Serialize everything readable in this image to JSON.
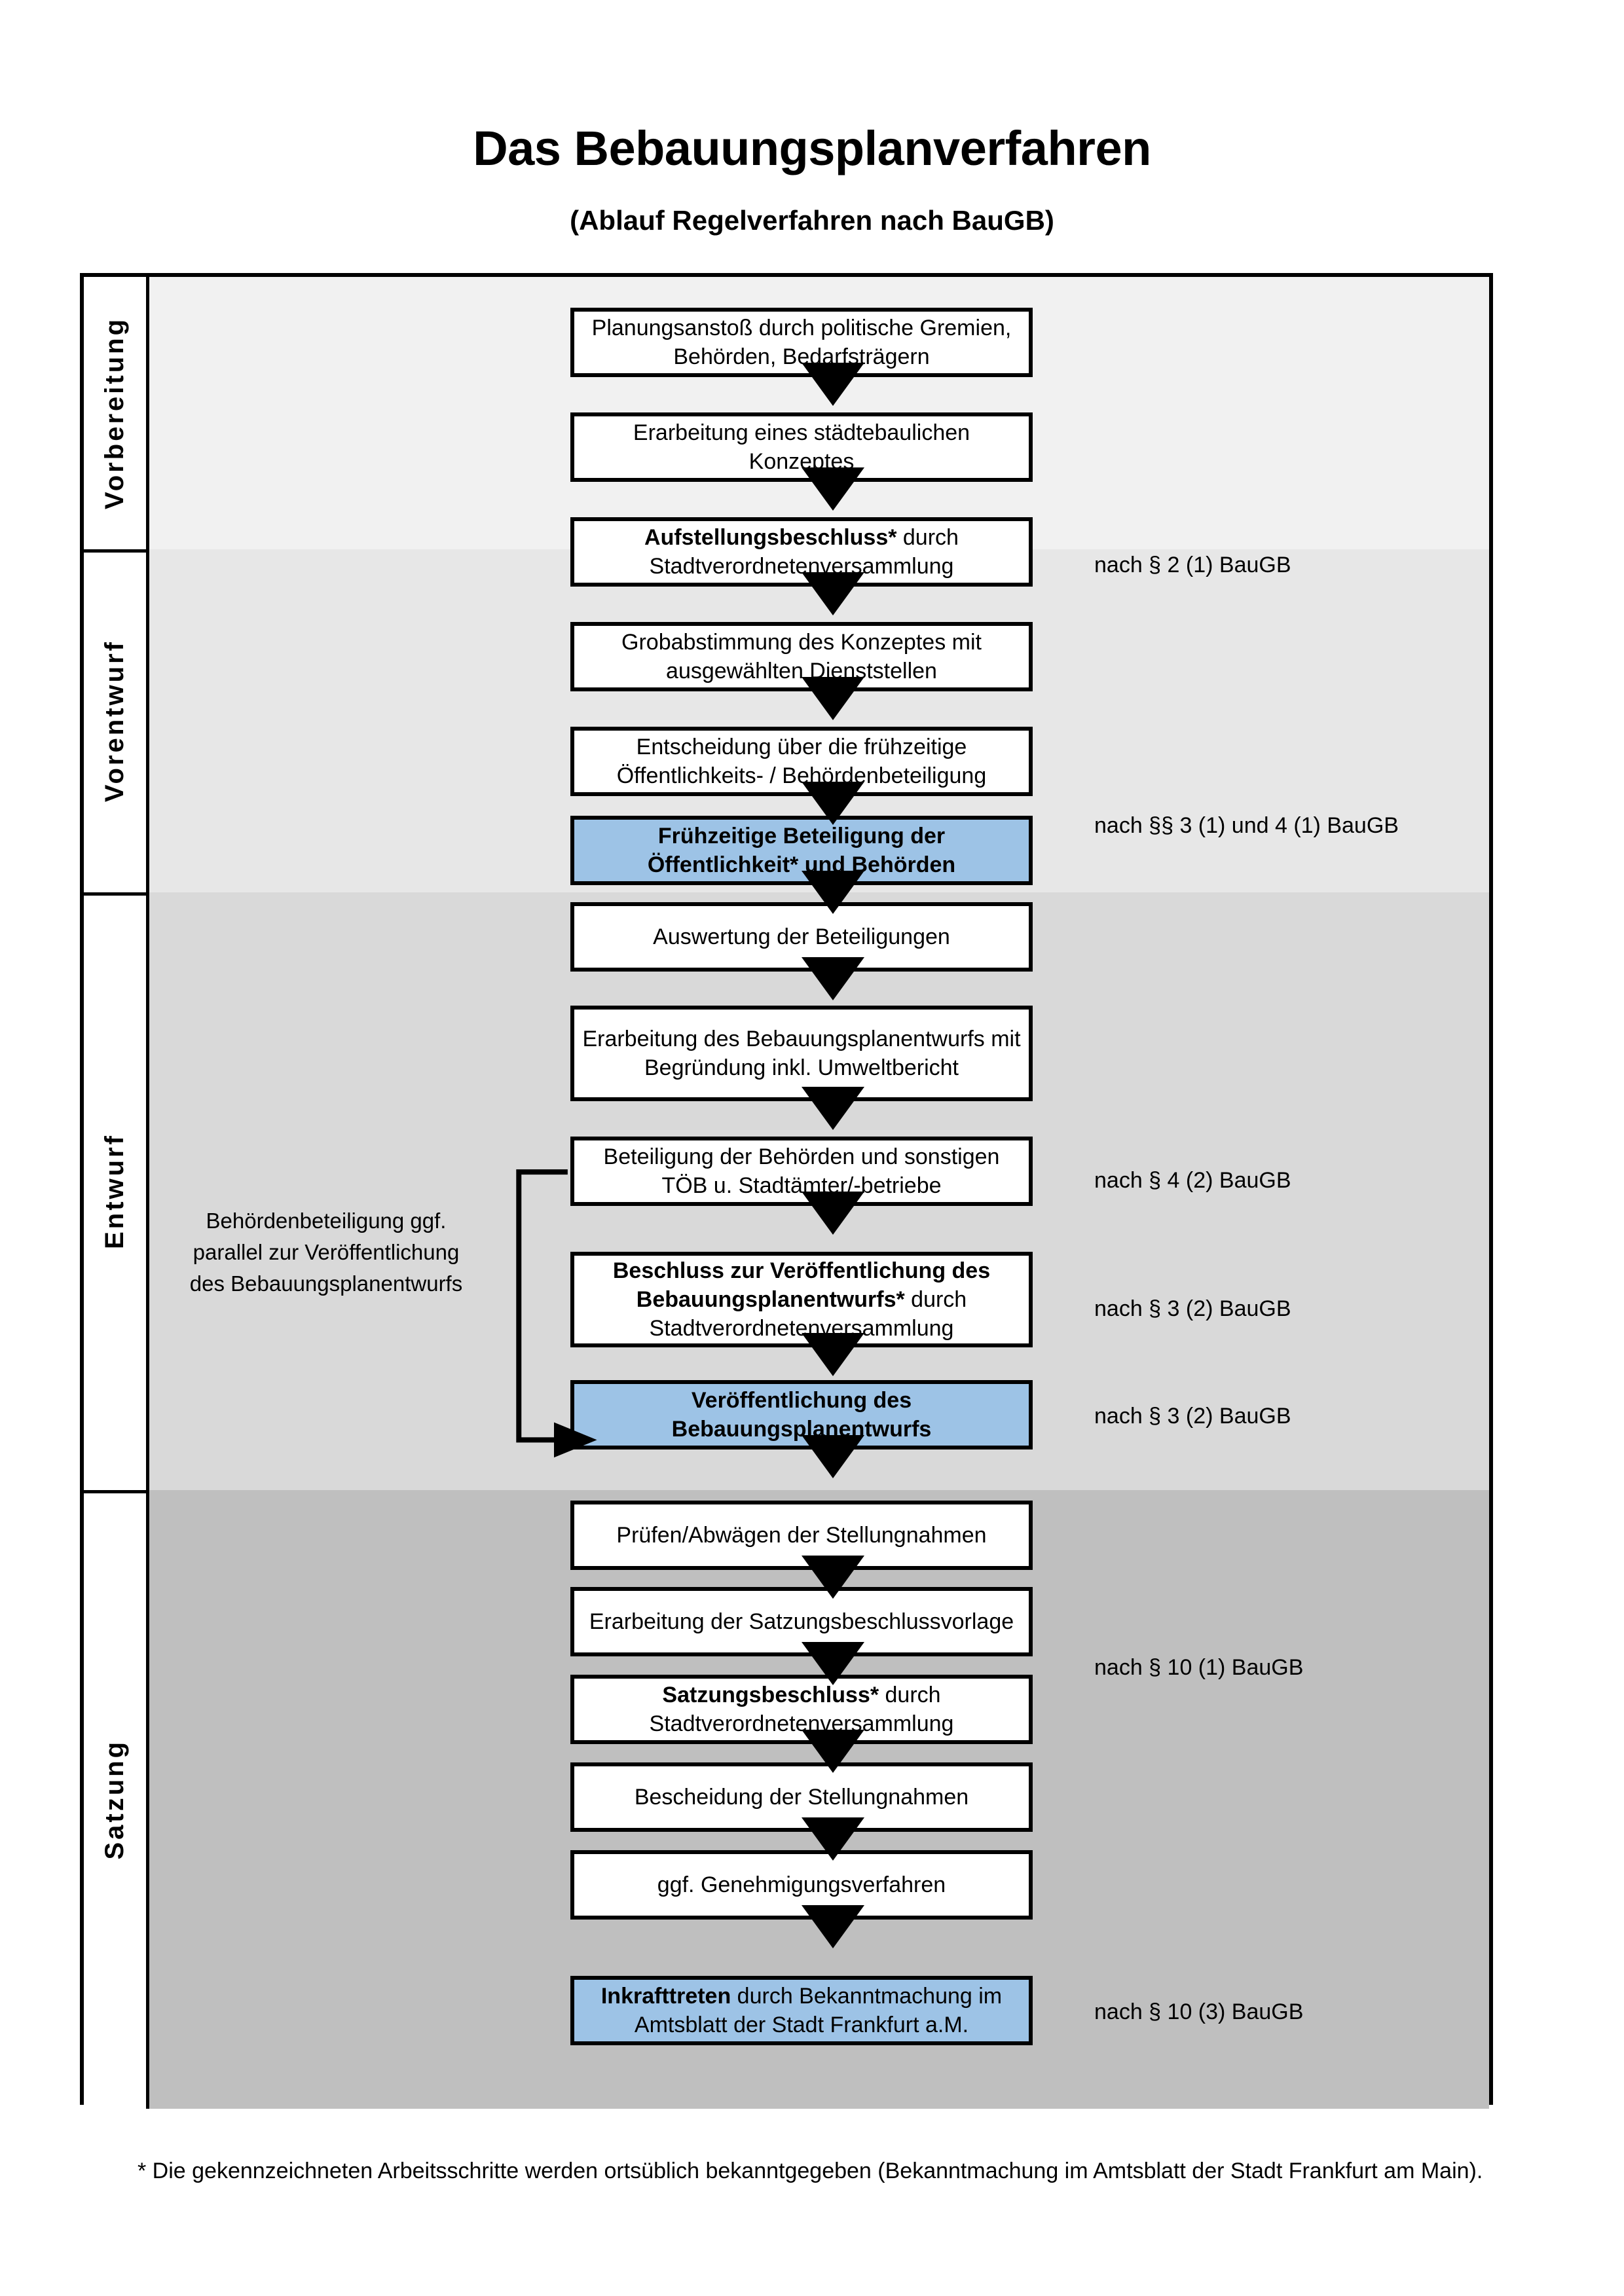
{
  "header": {
    "title": "Das Bebauungsplanverfahren",
    "subtitle": "(Ablauf Regelverfahren nach BauGB)"
  },
  "phases": [
    {
      "label": "Vorbereitung",
      "bg": "#F1F1F1"
    },
    {
      "label": "Vorentwurf",
      "bg": "#E7E7E7"
    },
    {
      "label": "Entwurf",
      "bg": "#D9D9D9"
    },
    {
      "label": "Satzung",
      "bg": "#BFBFBF"
    }
  ],
  "steps": [
    {
      "id": "planungsanstoss",
      "phase": "Vorbereitung",
      "bold_prefix": "",
      "text": "Planungsanstoß durch politische Gremien, Behörden, Bedarfsträgern",
      "highlight": false
    },
    {
      "id": "konzept",
      "phase": "Vorbereitung",
      "bold_prefix": "",
      "text": "Erarbeitung eines städtebaulichen Konzeptes",
      "highlight": false
    },
    {
      "id": "aufstellungsbeschluss",
      "phase": "Vorbereitung",
      "bold_prefix": "Aufstellungsbeschluss*",
      "text": " durch Stadtverordnetenversammlung",
      "highlight": false
    },
    {
      "id": "grobabstimmung",
      "phase": "Vorentwurf",
      "bold_prefix": "",
      "text": "Grobabstimmung des Konzeptes mit ausgewählten Dienststellen",
      "highlight": false
    },
    {
      "id": "entscheidung",
      "phase": "Vorentwurf",
      "bold_prefix": "",
      "text": "Entscheidung über die frühzeitige Öffentlichkeits- / Behördenbeteiligung",
      "highlight": false
    },
    {
      "id": "fruehzeitige-beteiligung",
      "phase": "Vorentwurf",
      "bold_prefix": "Frühzeitige Beteiligung der Öffentlichkeit* und Behörden",
      "text": "",
      "highlight": true
    },
    {
      "id": "auswertung",
      "phase": "Entwurf",
      "bold_prefix": "",
      "text": "Auswertung der Beteiligungen",
      "highlight": false
    },
    {
      "id": "erarbeitung-entwurf",
      "phase": "Entwurf",
      "bold_prefix": "",
      "text": "Erarbeitung des Bebauungsplanentwurfs mit Begründung inkl. Umweltbericht",
      "highlight": false
    },
    {
      "id": "beteiligung-behoerden",
      "phase": "Entwurf",
      "bold_prefix": "",
      "text": "Beteiligung der Behörden und sonstigen TÖB u. Stadtämter/-betriebe",
      "highlight": false
    },
    {
      "id": "beschluss-veroeffentlichung",
      "phase": "Entwurf",
      "bold_prefix": "Beschluss zur Veröffentlichung des Bebauungsplanentwurfs*",
      "text": " durch Stadtverordnetenversammlung",
      "highlight": false
    },
    {
      "id": "veroeffentlichung",
      "phase": "Entwurf",
      "bold_prefix": "Veröffentlichung des Bebauungsplanentwurfs",
      "text": "",
      "highlight": true
    },
    {
      "id": "pruefen-abwaegen",
      "phase": "Satzung",
      "bold_prefix": "",
      "text": "Prüfen/Abwägen der Stellungnahmen",
      "highlight": false
    },
    {
      "id": "satzungsbeschlussvorlage",
      "phase": "Satzung",
      "bold_prefix": "",
      "text": "Erarbeitung der Satzungsbeschlussvorlage",
      "highlight": false
    },
    {
      "id": "satzungsbeschluss",
      "phase": "Satzung",
      "bold_prefix": "Satzungsbeschluss*",
      "text": " durch Stadtverordnetenversammlung",
      "highlight": false
    },
    {
      "id": "bescheidung",
      "phase": "Satzung",
      "bold_prefix": "",
      "text": "Bescheidung der Stellungnahmen",
      "highlight": false
    },
    {
      "id": "genehmigungsverfahren",
      "phase": "Satzung",
      "bold_prefix": "",
      "text": "ggf. Genehmigungsverfahren",
      "highlight": false
    },
    {
      "id": "inkrafttreten",
      "phase": "Satzung",
      "bold_prefix": "Inkrafttreten",
      "text": " durch Bekanntmachung im Amtsblatt der Stadt Frankfurt a.M.",
      "highlight": true
    }
  ],
  "legal_refs": [
    {
      "id": "ref-2-1",
      "text": "nach § 2 (1) BauGB"
    },
    {
      "id": "ref-3-1-4-1",
      "text": "nach §§ 3 (1) und 4 (1) BauGB"
    },
    {
      "id": "ref-4-2",
      "text": "nach § 4 (2) BauGB"
    },
    {
      "id": "ref-3-2-a",
      "text": "nach § 3 (2) BauGB"
    },
    {
      "id": "ref-3-2-b",
      "text": "nach § 3 (2) BauGB"
    },
    {
      "id": "ref-10-1",
      "text": "nach § 10 (1) BauGB"
    },
    {
      "id": "ref-10-3",
      "text": "nach § 10 (3) BauGB"
    }
  ],
  "side_note": "Behördenbeteiligung ggf. parallel zur Veröffentlichung des Bebauungsplanentwurfs",
  "footnote": "* Die gekennzeichneten Arbeitsschritte werden ortsüblich bekanntgegeben (Bekanntmachung im Amtsblatt  der Stadt Frankfurt am Main).",
  "colors": {
    "highlight_blue": "#9DC3E6",
    "line_black": "#000000",
    "band_1": "#F1F1F1",
    "band_2": "#E7E7E7",
    "band_3": "#D9D9D9",
    "band_4": "#BFBFBF"
  }
}
